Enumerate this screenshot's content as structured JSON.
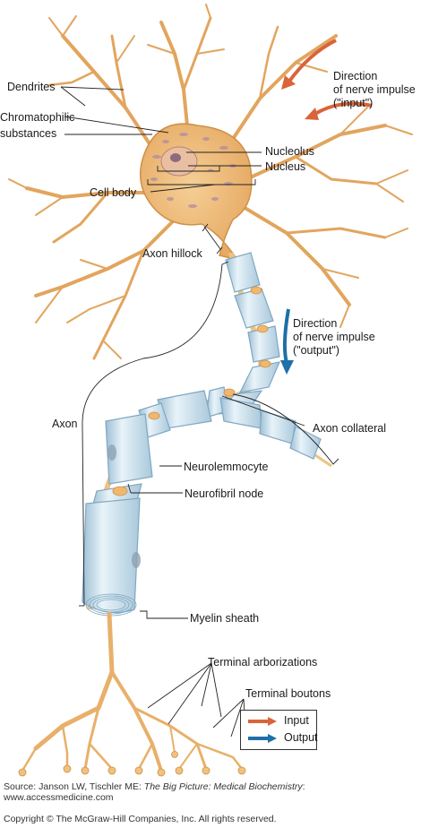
{
  "labels": {
    "dendrites": "Dendrites",
    "chromatophilic_1": "Chromatophilic",
    "chromatophilic_2": "substances",
    "nucleolus": "Nucleolus",
    "nucleus": "Nucleus",
    "cell_body": "Cell body",
    "direction_input_1": "Direction",
    "direction_input_2": "of nerve impulse",
    "direction_input_3": "(\"input\")",
    "axon_hillock": "Axon hillock",
    "direction_output_1": "Direction",
    "direction_output_2": "of nerve impulse",
    "direction_output_3": "(\"output\")",
    "axon": "Axon",
    "axon_collateral": "Axon collateral",
    "neurolemmocyte": "Neurolemmocyte",
    "neurofibril_node": "Neurofibril node",
    "myelin_sheath": "Myelin sheath",
    "terminal_arborizations": "Terminal arborizations",
    "terminal_boutons": "Terminal boutons"
  },
  "legend": {
    "input_label": "Input",
    "output_label": "Output",
    "input_color": "#d9643a",
    "output_color": "#1f6fa8"
  },
  "source": {
    "prefix": "Source: Janson LW, Tischler ME: ",
    "title": "The Big Picture: Medical Biochemistry",
    "suffix": ":",
    "url": "www.accessmedicine.com",
    "copyright": "Copyright © The McGraw-Hill Companies, Inc. All rights reserved."
  },
  "colors": {
    "neuron_fill": "#f3c582",
    "neuron_stroke": "#d99a52",
    "myelin_fill": "#cfe3ee",
    "myelin_stroke": "#7fa8c2"
  }
}
